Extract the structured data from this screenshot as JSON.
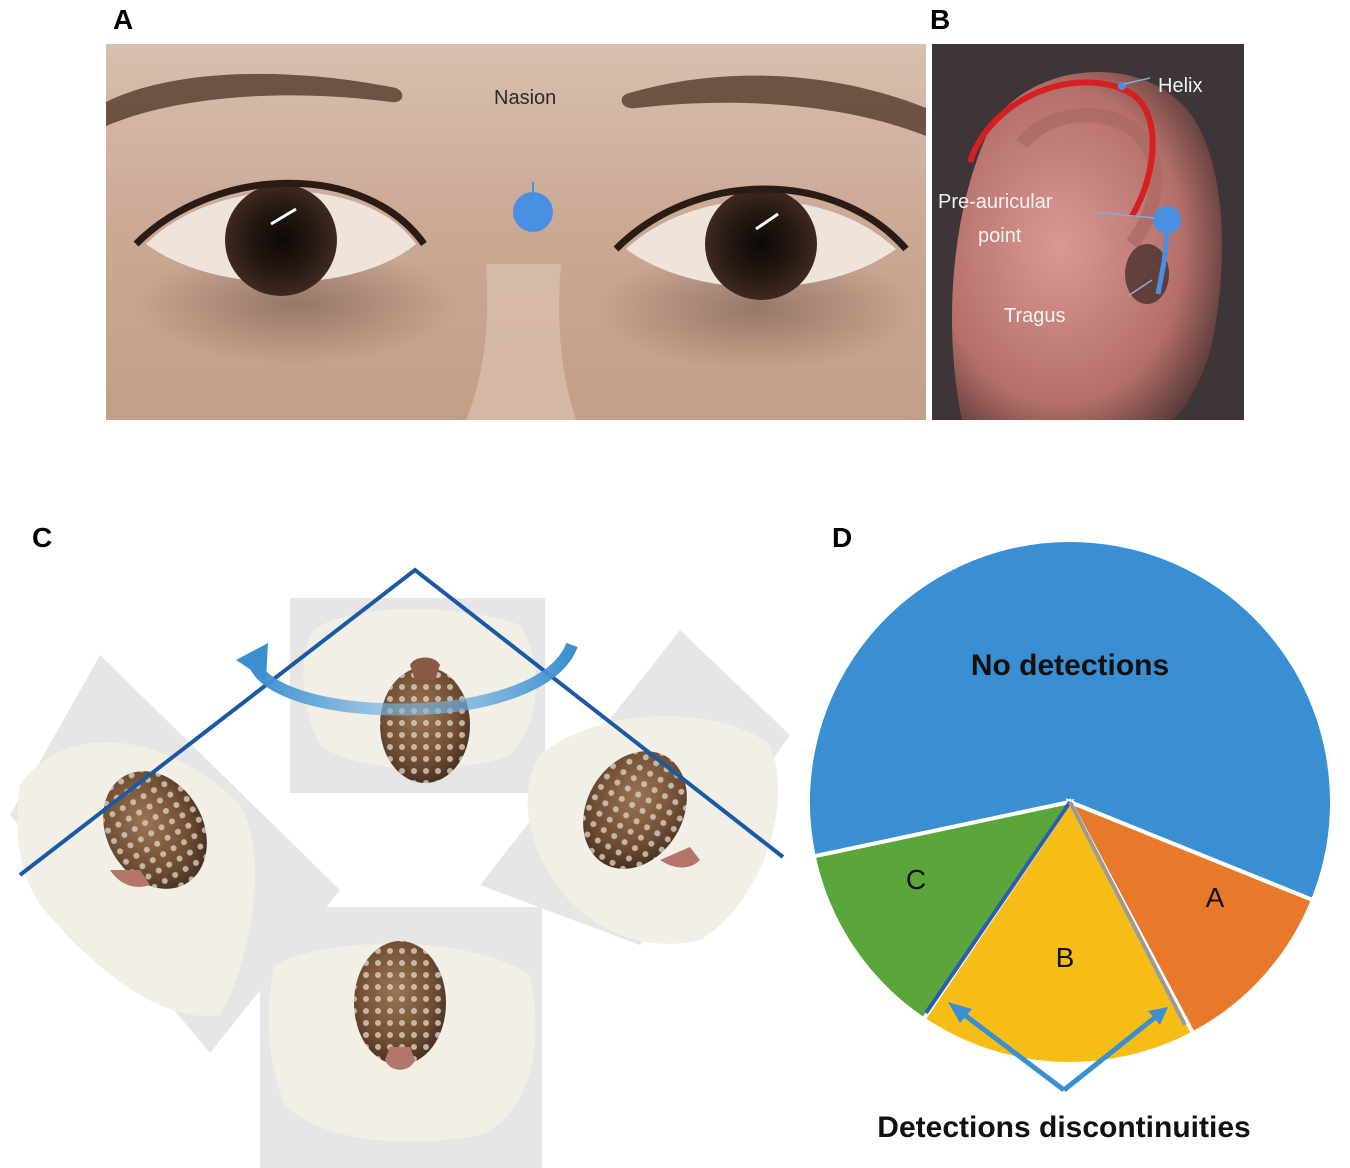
{
  "panels": {
    "a": {
      "letter": "A",
      "label": "Nasion"
    },
    "b": {
      "letter": "B",
      "labels": {
        "helix": "Helix",
        "preauricular_line1": "Pre-auricular",
        "preauricular_line2": "point",
        "tragus": "Tragus"
      }
    },
    "c": {
      "letter": "C"
    },
    "d": {
      "letter": "D",
      "caption": "Detections discontinuities"
    }
  },
  "chart_data": {
    "type": "pie",
    "title": "",
    "slices": [
      {
        "label": "No detections",
        "color": "#3a8fd3"
      },
      {
        "label": "A",
        "color": "#e8792b"
      },
      {
        "label": "B",
        "color": "#f5bd16"
      },
      {
        "label": "C",
        "color": "#5aa63b"
      }
    ],
    "annotation": "Detections discontinuities"
  },
  "colors": {
    "pie_blue": "#3a8fd3",
    "pie_orange": "#e8792b",
    "pie_yellow": "#f5bd16",
    "pie_green": "#5aa63b",
    "marker_blue": "#4a90e2",
    "helix_red": "#d42020",
    "line_blue": "#1b5aa3"
  }
}
